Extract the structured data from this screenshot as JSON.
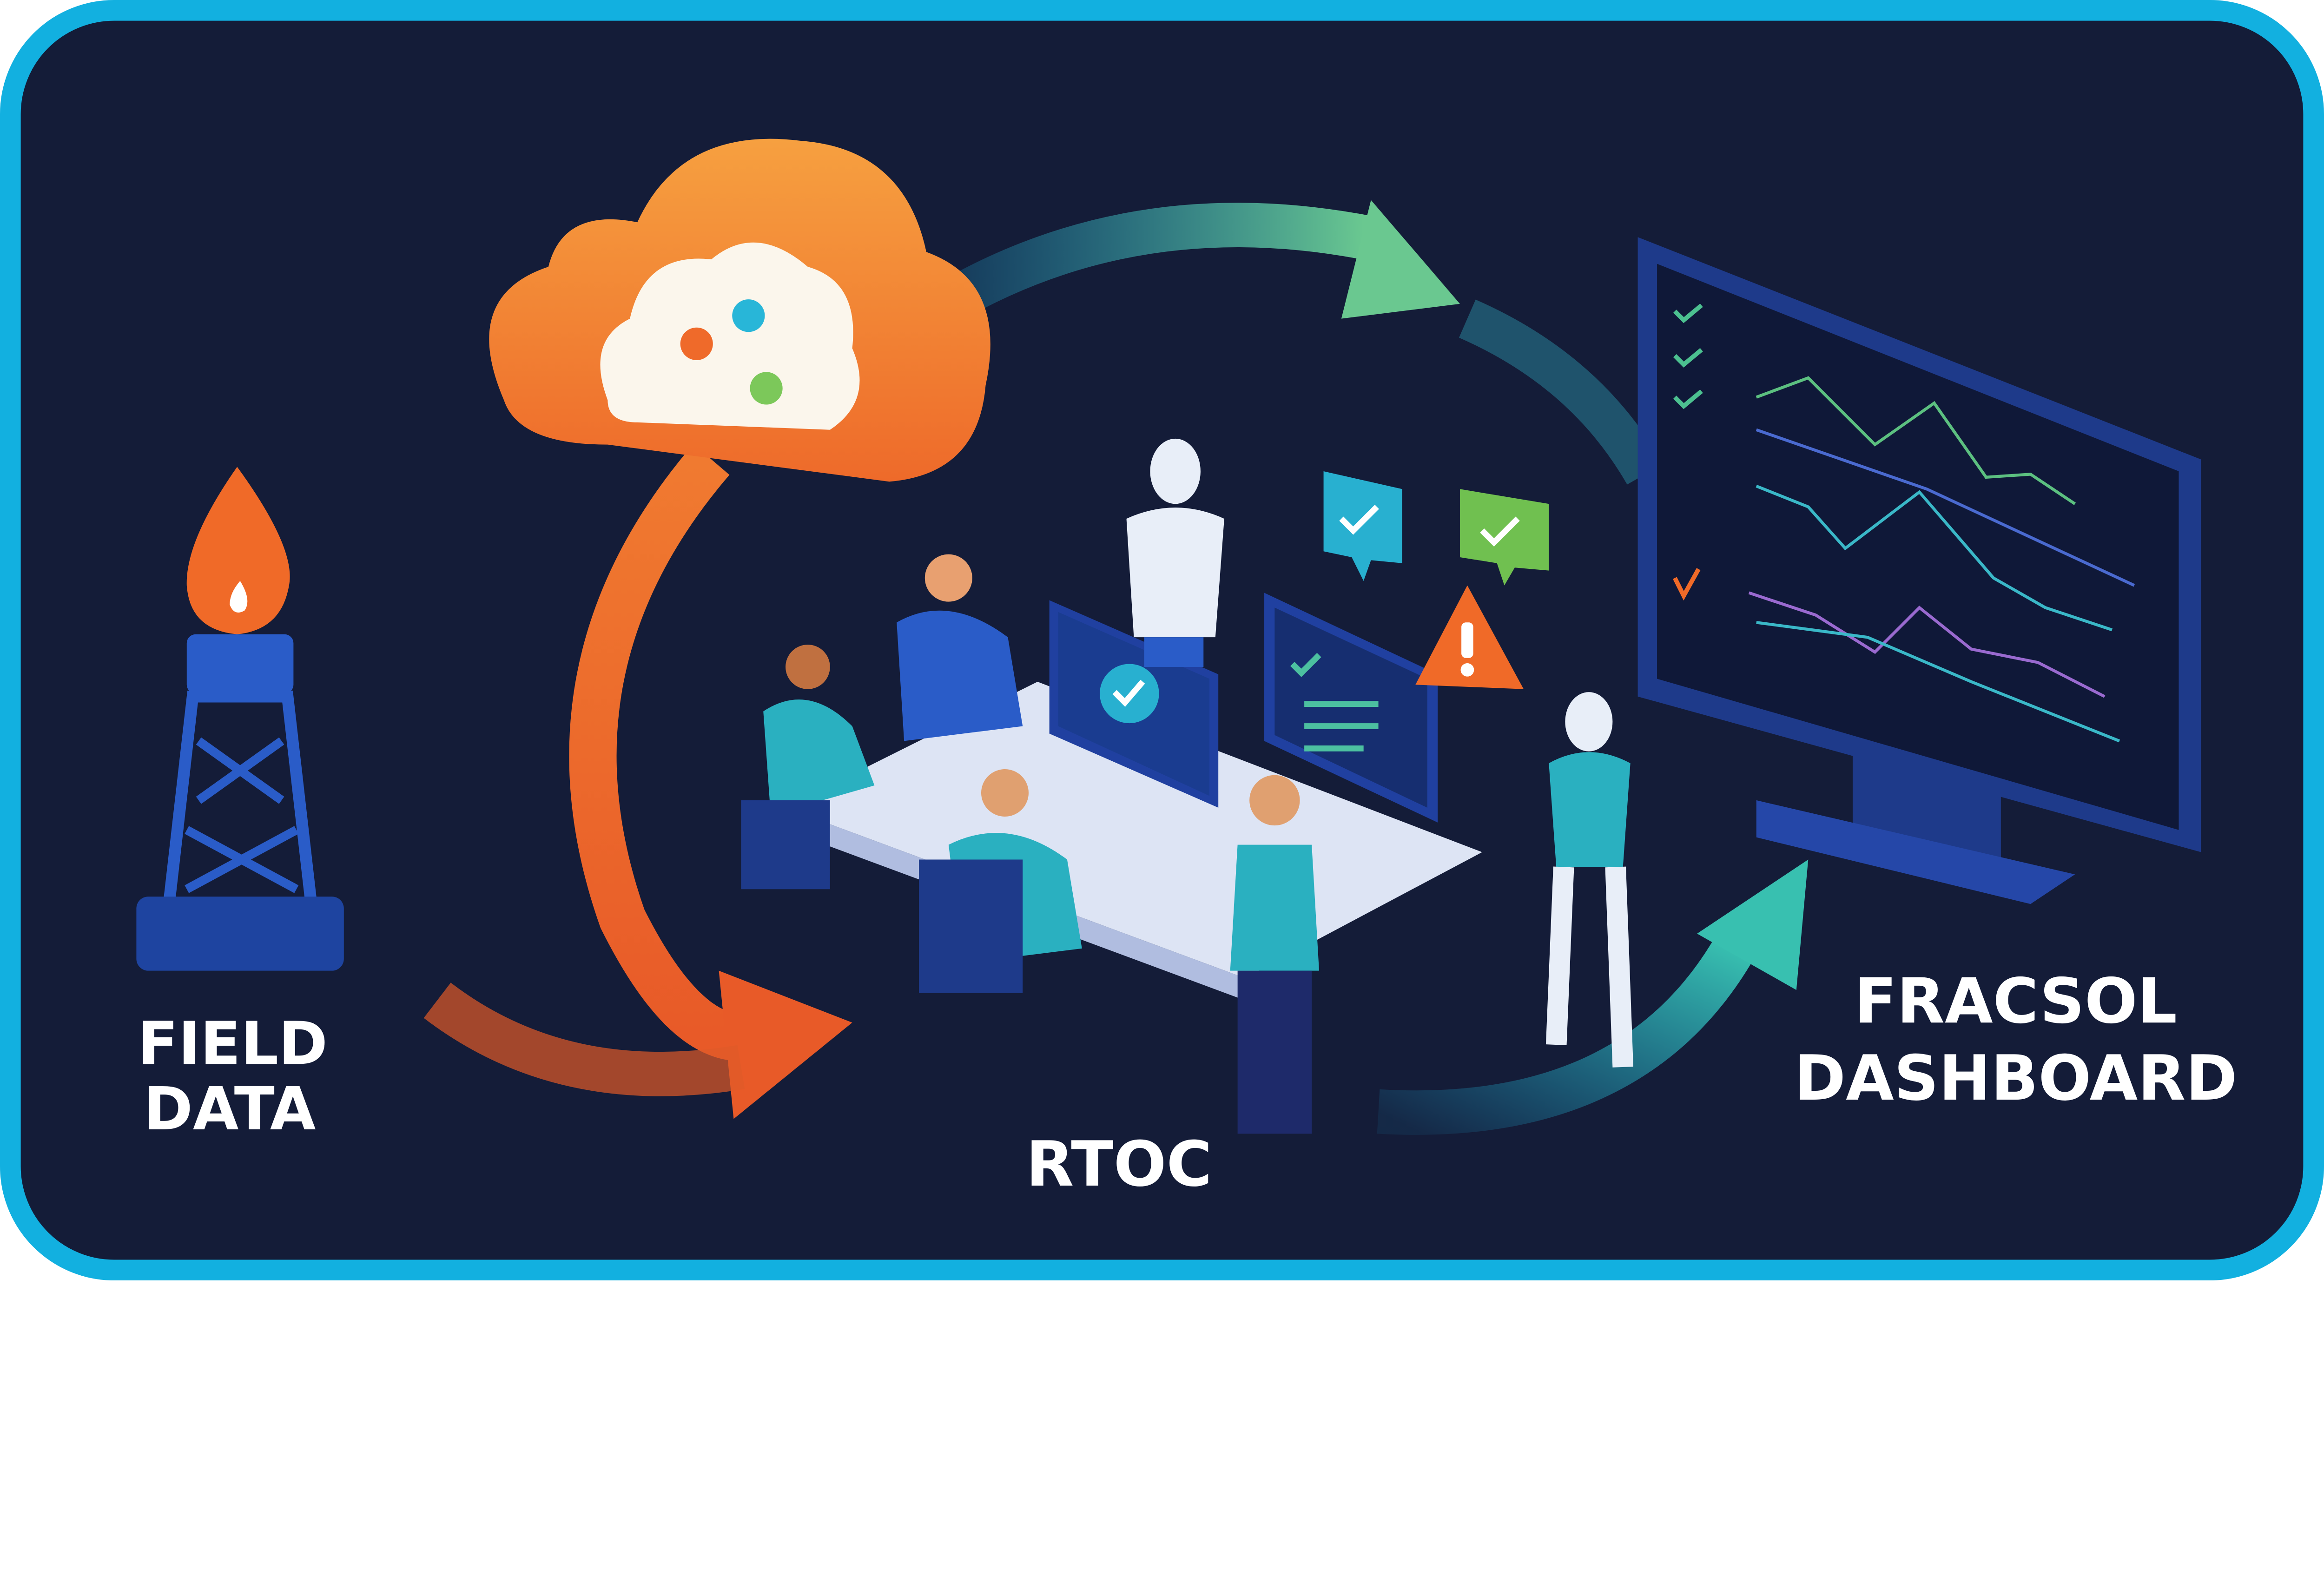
{
  "labels": {
    "field_data": {
      "line1": "FIELD",
      "line2": "DATA"
    },
    "rtoc": "RTOC",
    "dashboard": {
      "line1": "FRACSOL",
      "line2": "DASHBOARD"
    }
  },
  "colors": {
    "frame": "#12b0e0",
    "background": "#141c38",
    "accent_orange": "#f07030",
    "accent_teal": "#2ab0c0",
    "accent_green": "#70c860",
    "monitor": "#1e3a8a"
  },
  "icons": [
    "oil-derrick-icon",
    "flame-icon",
    "cloud-icon",
    "check-bubble-icon",
    "warning-icon",
    "robot-icon",
    "monitor-icon",
    "person-icon"
  ]
}
